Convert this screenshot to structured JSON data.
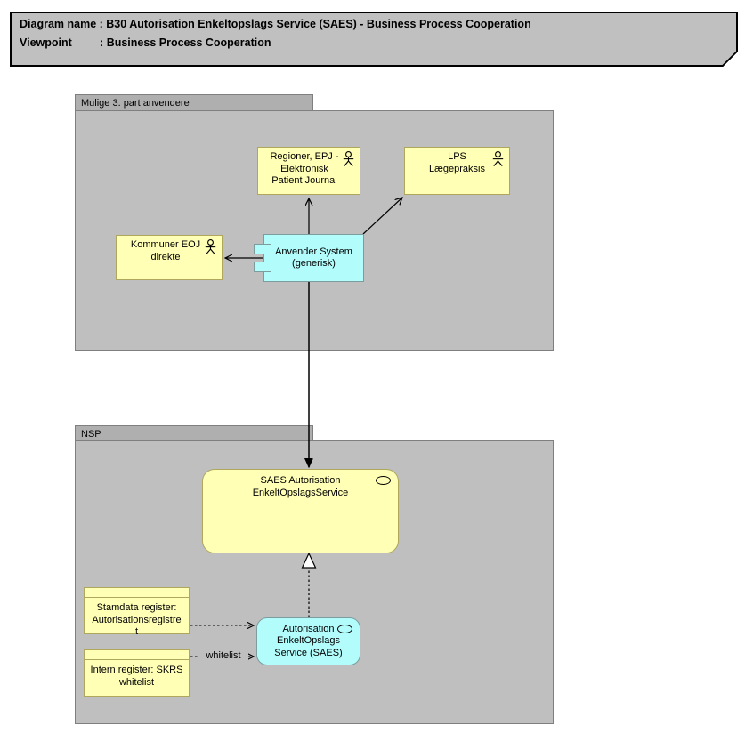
{
  "note": {
    "line1": "Diagram name : B30 Autorisation Enkeltopslags Service (SAES) - Business Process Cooperation",
    "line2": "Viewpoint         : Business Process Cooperation"
  },
  "groups": {
    "third_party": {
      "label": "Mulige 3. part anvendere"
    },
    "nsp": {
      "label": "NSP"
    }
  },
  "nodes": {
    "regioner": {
      "label": "Regioner, EPJ -\nElektronisk\nPatient Journal",
      "type": "business-actor"
    },
    "lps": {
      "label": "LPS\nLægepraksis",
      "type": "business-actor"
    },
    "kommuner": {
      "label": "Kommuner EOJ\ndirekte",
      "type": "business-actor"
    },
    "anvender": {
      "label": "Anvender System\n(generisk)",
      "type": "application-component"
    },
    "saes_service": {
      "label": "SAES Autorisation\nEnkeltOpslagsService",
      "type": "application-service"
    },
    "stamdata": {
      "label": "Stamdata register:\nAutorisationsregistre\nt",
      "type": "data-object"
    },
    "intern": {
      "label": "Intern register: SKRS\nwhitelist",
      "type": "data-object"
    },
    "autorisation": {
      "label": "Autorisation\nEnkeltOpslags\nService (SAES)",
      "type": "application-service"
    }
  },
  "connectors": {
    "whitelist_label": "whitelist"
  },
  "colors": {
    "note_fill": "#C0C0C0",
    "group_fill": "#BFBFBF",
    "group_tab_fill": "#AFAFAF",
    "group_border": "#7F7F7F",
    "business_fill": "#FFFFB5",
    "business_border": "#AFA85C",
    "application_fill": "#B3FCFC",
    "application_border": "#7C9D9D",
    "connector": "#000000"
  }
}
